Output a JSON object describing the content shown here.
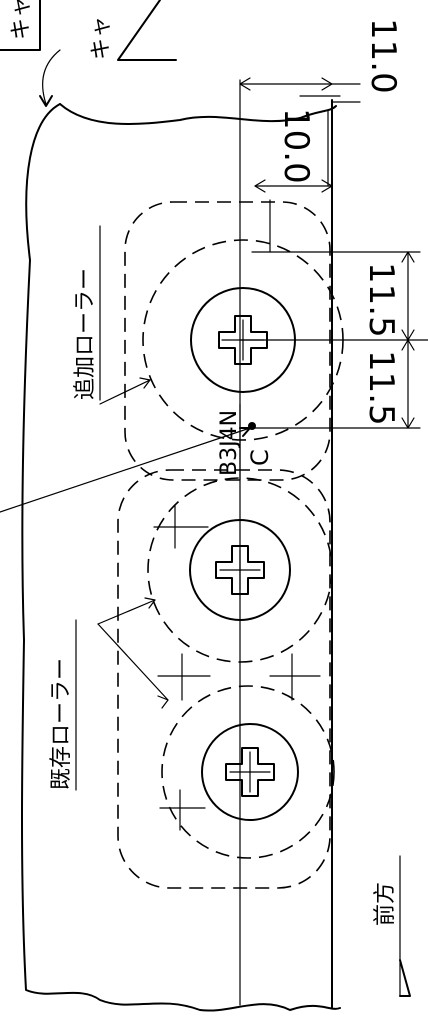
{
  "labels": {
    "top_left_1": "キャ",
    "top_left_2": "キャ",
    "added_roller": "追加ローラー",
    "existing_roller": "既存ローラー",
    "forward": "前方",
    "part_code": "B3J4N",
    "part_sub": "C"
  },
  "dimensions": {
    "d1": "11.0",
    "d2": "10.0",
    "d3": "11.5",
    "d4": "11.5"
  }
}
